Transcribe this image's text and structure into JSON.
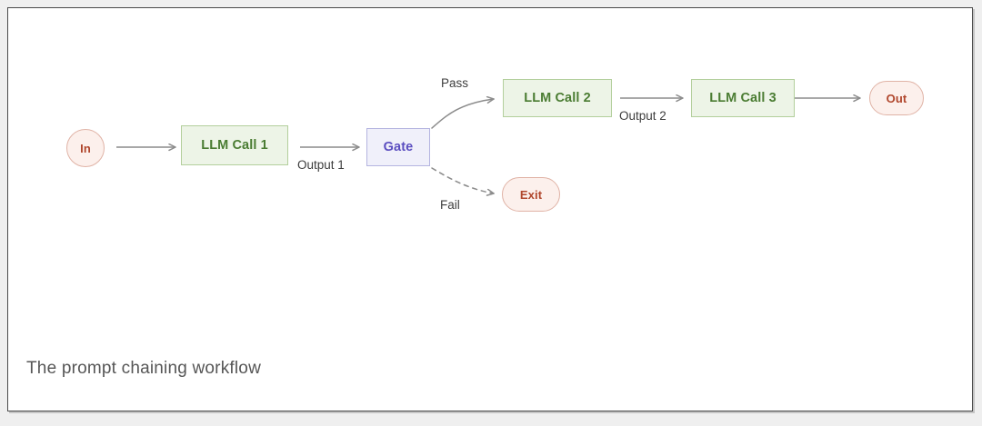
{
  "diagram": {
    "caption": "The prompt chaining workflow",
    "colors": {
      "page_background": "#efefef",
      "card_background": "#ffffff",
      "card_border": "#4a4a4a",
      "process_fill": "#edf4e7",
      "process_border": "#b3cf9c",
      "process_text": "#4a7c32",
      "gate_fill": "#f0f0fa",
      "gate_border": "#b5b5e0",
      "gate_text": "#5b4ec0",
      "terminal_fill": "#fcf0ec",
      "terminal_border": "#e0b3a6",
      "terminal_text": "#b0462c",
      "edge_stroke": "#8c8c8c",
      "label_text": "#3d3d3d",
      "caption_text": "#565656"
    },
    "nodes": [
      {
        "id": "in",
        "label": "In",
        "shape": "circle",
        "kind": "terminal"
      },
      {
        "id": "call1",
        "label": "LLM Call 1",
        "shape": "rect",
        "kind": "process"
      },
      {
        "id": "gate",
        "label": "Gate",
        "shape": "rect",
        "kind": "gate"
      },
      {
        "id": "call2",
        "label": "LLM Call 2",
        "shape": "rect",
        "kind": "process"
      },
      {
        "id": "call3",
        "label": "LLM Call 3",
        "shape": "rect",
        "kind": "process"
      },
      {
        "id": "out",
        "label": "Out",
        "shape": "pill",
        "kind": "terminal"
      },
      {
        "id": "exit",
        "label": "Exit",
        "shape": "pill",
        "kind": "terminal"
      }
    ],
    "edges": [
      {
        "id": "e1",
        "from": "in",
        "to": "call1",
        "label": "",
        "style": "solid"
      },
      {
        "id": "e2",
        "from": "call1",
        "to": "gate",
        "label": "Output 1",
        "style": "solid"
      },
      {
        "id": "e3",
        "from": "gate",
        "to": "call2",
        "label": "Pass",
        "style": "solid"
      },
      {
        "id": "e4",
        "from": "gate",
        "to": "exit",
        "label": "Fail",
        "style": "dashed"
      },
      {
        "id": "e5",
        "from": "call2",
        "to": "call3",
        "label": "Output 2",
        "style": "solid"
      },
      {
        "id": "e6",
        "from": "call3",
        "to": "out",
        "label": "",
        "style": "solid"
      }
    ]
  }
}
